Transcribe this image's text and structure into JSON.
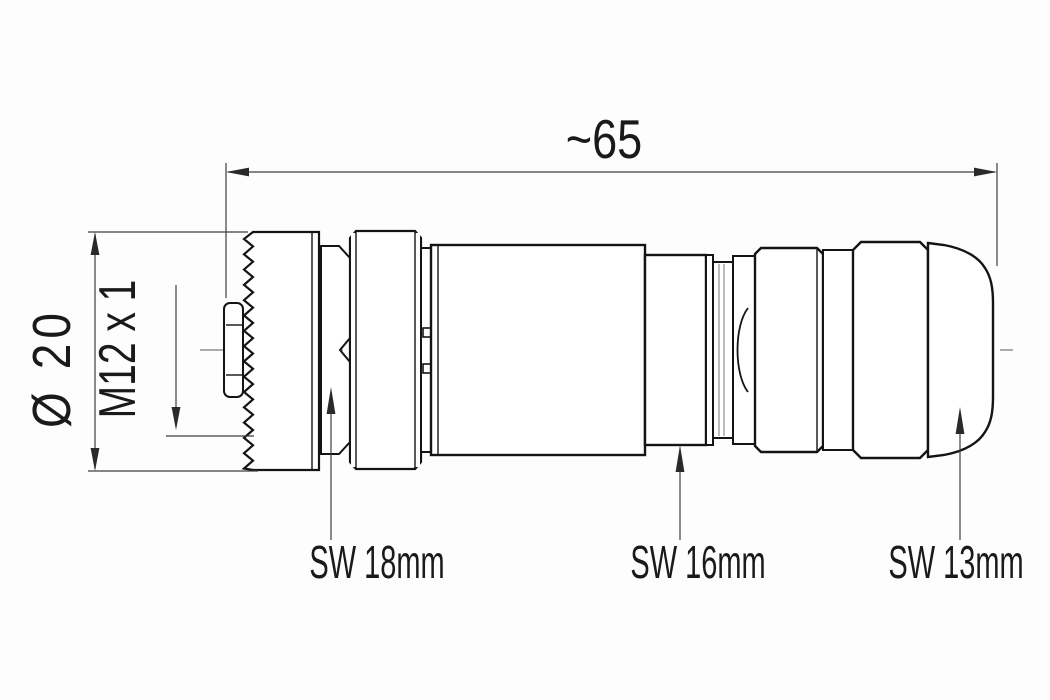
{
  "title": "M12 cable connector dimensional drawing",
  "colors": {
    "background": "#fdfdfd",
    "part_line": "#141414",
    "dimension_line": "#3f3f3f",
    "centerline": "#909090",
    "text": "#1a1a1a"
  },
  "dimensions": {
    "overall_length": "~65",
    "outer_diameter": "Ø 20",
    "thread": "M12 x 1",
    "wrench_coupling": "SW 18mm",
    "wrench_body": "SW 16mm",
    "wrench_rear": "SW 13mm"
  }
}
